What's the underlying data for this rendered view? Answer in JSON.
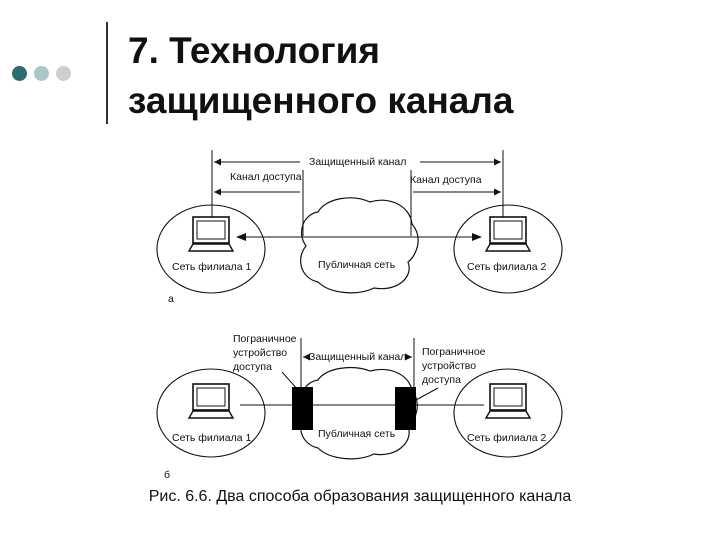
{
  "slide": {
    "title_line1": "7. Технология",
    "title_line2": "защищенного канала",
    "caption": "Рис. 6.6. Два способа образования защищенного канала",
    "dot_colors": [
      "#2e6b6e",
      "#a9c7c8",
      "#cfcfcf"
    ]
  },
  "diagram_a": {
    "secure_channel": "Защищенный канал",
    "access_channel_left": "Канал доступа",
    "access_channel_right": "Канал доступа",
    "branch1": "Сеть филиала 1",
    "branch2": "Сеть филиала 2",
    "public_net": "Публичная сеть",
    "letter": "а"
  },
  "diagram_b": {
    "border_left": [
      "Пограничное",
      "устройство",
      "доступа"
    ],
    "border_right": [
      "Пограничное",
      "устройство",
      "доступа"
    ],
    "secure_channel": "Защищенный канал",
    "branch1": "Сеть филиала 1",
    "branch2": "Сеть филиала 2",
    "public_net": "Публичная сеть",
    "letter": "б"
  }
}
